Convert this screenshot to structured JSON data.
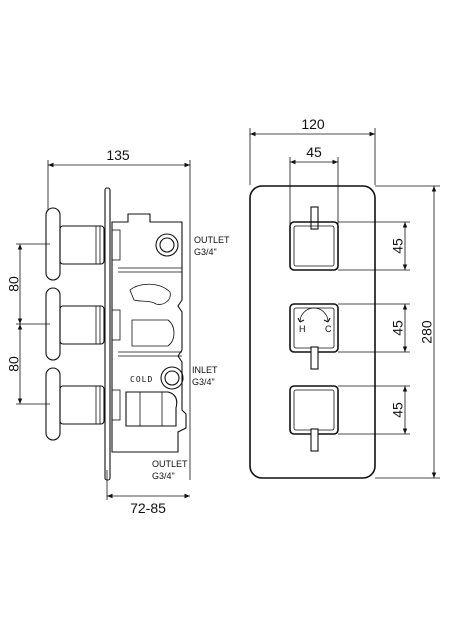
{
  "side_view": {
    "width_dim": "135",
    "spacing_dims": [
      "80",
      "80"
    ],
    "depth_dim": "72-85",
    "outlet_top_label": "OUTLET",
    "outlet_top_size": "G3/4\"",
    "inlet_label": "INLET",
    "inlet_size": "G3/4\"",
    "cold_label": "COLD",
    "outlet_bottom_label": "OUTLET",
    "outlet_bottom_size": "G3/4\""
  },
  "front_view": {
    "width_dim": "120",
    "handle_width_dim": "45",
    "handle_height_dims": [
      "45",
      "45",
      "45"
    ],
    "height_dim": "280",
    "hot_mark": "H",
    "cold_mark": "C"
  }
}
